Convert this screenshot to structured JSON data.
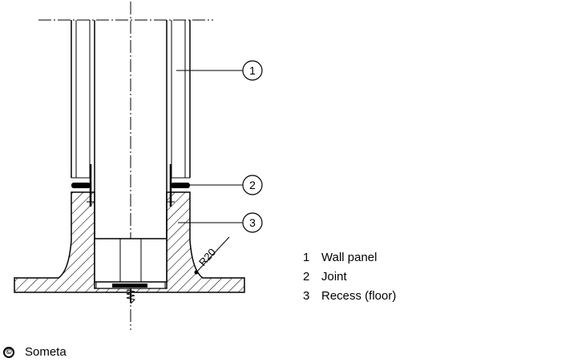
{
  "drawing": {
    "callouts": [
      "1",
      "2",
      "3"
    ],
    "dimension_label": "R20"
  },
  "legend": {
    "items": [
      {
        "num": "1",
        "label": "Wall panel"
      },
      {
        "num": "2",
        "label": "Joint"
      },
      {
        "num": "3",
        "label": "Recess (floor)"
      }
    ]
  },
  "copyright": {
    "symbol": "©",
    "text": "Someta"
  }
}
